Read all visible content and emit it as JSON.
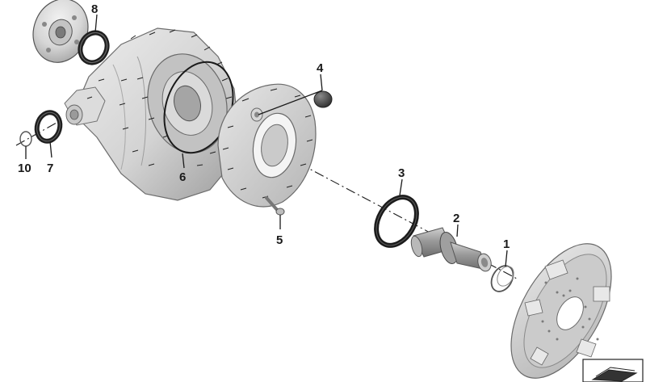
{
  "diagram": {
    "callouts": [
      {
        "id": "c1",
        "label": "1"
      },
      {
        "id": "c2",
        "label": "2"
      },
      {
        "id": "c3",
        "label": "3"
      },
      {
        "id": "c4",
        "label": "4"
      },
      {
        "id": "c5",
        "label": "5"
      },
      {
        "id": "c6",
        "label": "6"
      },
      {
        "id": "c7",
        "label": "7"
      },
      {
        "id": "c8",
        "label": "8"
      },
      {
        "id": "c10",
        "label": "10"
      }
    ]
  }
}
